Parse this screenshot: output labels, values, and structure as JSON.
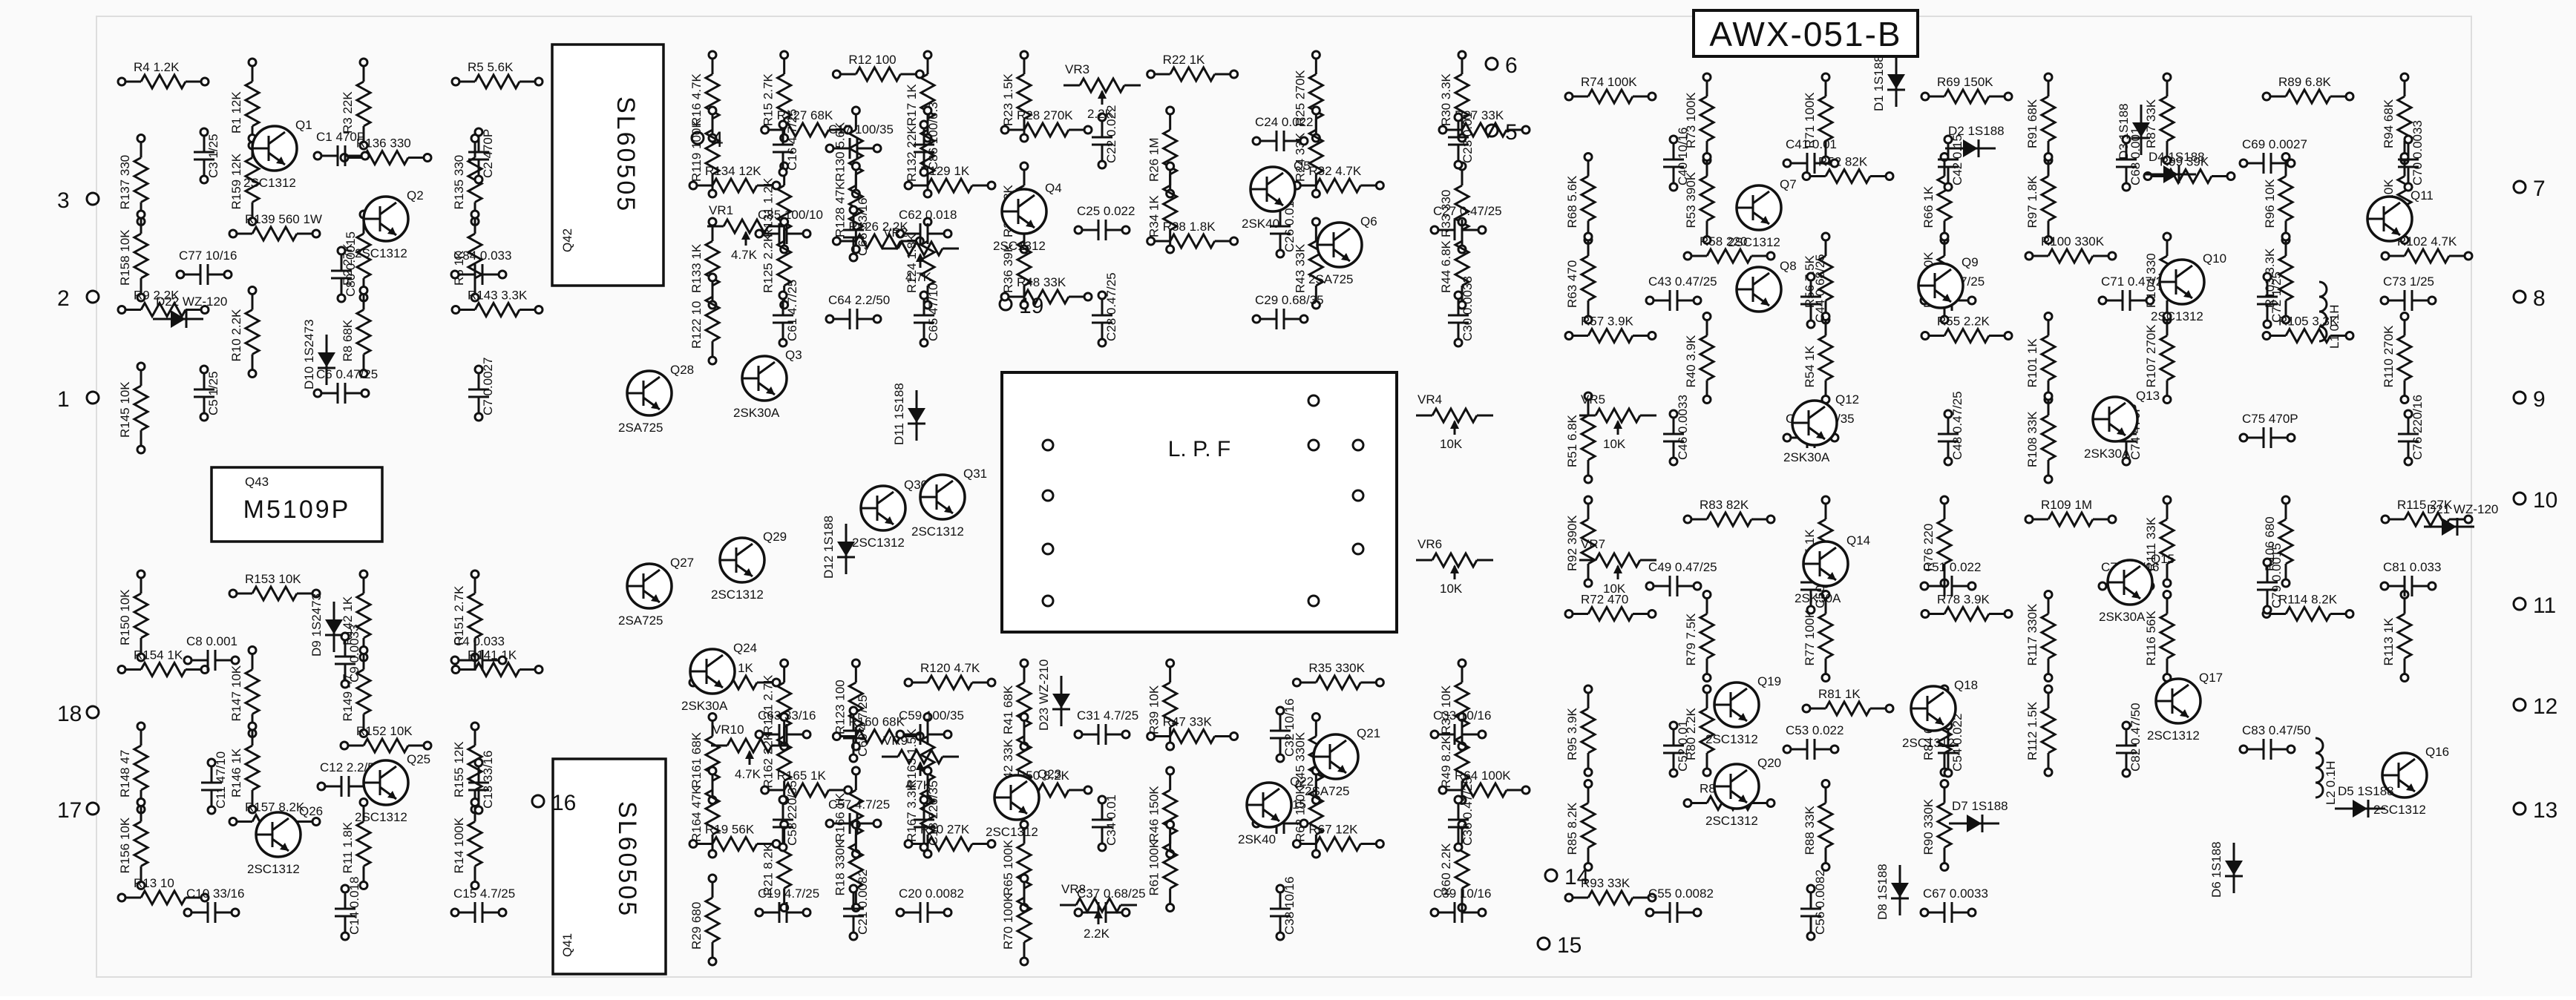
{
  "title": "AWX-051-B",
  "lpf_label": "L. P. F",
  "ics": [
    {
      "ref": "Q42",
      "part": "SL60505"
    },
    {
      "ref": "Q41",
      "part": "SL60505"
    },
    {
      "ref": "Q43",
      "part": "M5109P"
    }
  ],
  "terminals_left": [
    "3",
    "2",
    "1",
    "18",
    "17"
  ],
  "terminals_center": [
    "4",
    "6",
    "5",
    "19",
    "16",
    "14",
    "15"
  ],
  "terminals_right": [
    "7",
    "8",
    "9",
    "10",
    "11",
    "12",
    "13"
  ],
  "transistors": [
    {
      "ref": "Q1",
      "type": "2SC1312"
    },
    {
      "ref": "Q2",
      "type": "2SC1312"
    },
    {
      "ref": "Q3",
      "type": "2SK30A"
    },
    {
      "ref": "Q4",
      "type": "2SC1312"
    },
    {
      "ref": "Q5",
      "type": "2SK40"
    },
    {
      "ref": "Q6",
      "type": "2SA725"
    },
    {
      "ref": "Q7",
      "type": "2SC1312"
    },
    {
      "ref": "Q8",
      "type": ""
    },
    {
      "ref": "Q9",
      "type": ""
    },
    {
      "ref": "Q10",
      "type": "2SC1312"
    },
    {
      "ref": "Q11",
      "type": ""
    },
    {
      "ref": "Q12",
      "type": "2SK30A"
    },
    {
      "ref": "Q13",
      "type": "2SK30A"
    },
    {
      "ref": "Q14",
      "type": "2SK30A"
    },
    {
      "ref": "Q15",
      "type": "2SK30A"
    },
    {
      "ref": "Q16",
      "type": "2SC1312"
    },
    {
      "ref": "Q17",
      "type": "2SC1312"
    },
    {
      "ref": "Q18",
      "type": "2SC1312"
    },
    {
      "ref": "Q19",
      "type": "2SC1312"
    },
    {
      "ref": "Q20",
      "type": "2SC1312"
    },
    {
      "ref": "Q21",
      "type": "2SA725"
    },
    {
      "ref": "Q22",
      "type": "2SK40"
    },
    {
      "ref": "Q23",
      "type": "2SC1312"
    },
    {
      "ref": "Q24",
      "type": "2SK30A"
    },
    {
      "ref": "Q25",
      "type": "2SC1312"
    },
    {
      "ref": "Q26",
      "type": "2SC1312"
    },
    {
      "ref": "Q27",
      "type": "2SA725"
    },
    {
      "ref": "Q28",
      "type": "2SA725"
    },
    {
      "ref": "Q29",
      "type": "2SC1312"
    },
    {
      "ref": "Q30",
      "type": "2SC1312"
    },
    {
      "ref": "Q31",
      "type": "2SC1312"
    }
  ],
  "variable_resistors": [
    {
      "ref": "VR1",
      "value": "4.7K"
    },
    {
      "ref": "VR2",
      "value": "4.7K"
    },
    {
      "ref": "VR3",
      "value": "2.2K"
    },
    {
      "ref": "VR4",
      "value": "10K"
    },
    {
      "ref": "VR5",
      "value": "10K"
    },
    {
      "ref": "VR6",
      "value": "10K"
    },
    {
      "ref": "VR7",
      "value": "10K"
    },
    {
      "ref": "VR8",
      "value": "2.2K"
    },
    {
      "ref": "VR9",
      "value": "4.7K"
    },
    {
      "ref": "VR10",
      "value": "4.7K"
    }
  ],
  "resistor_labels": [
    "R4 1.2K",
    "R1 12K",
    "R3 22K",
    "R5 5.6K",
    "R137 330",
    "R159 12K",
    "R136 330",
    "R135 330",
    "R158 10K",
    "R139 560 1W",
    "R2 27K",
    "R6 1K",
    "R9 2.2K",
    "R10 2.2K",
    "R8 68K",
    "R143 3.3K",
    "R145 10K",
    "R150 10K",
    "R153 10K",
    "R142 1K",
    "R151 2.7K",
    "R154 1K",
    "R147 10K",
    "R149 47",
    "R141 1K",
    "R148 47",
    "R146 1K",
    "R152 10K",
    "R155 12K",
    "R156 10K",
    "R157 8.2K",
    "R11 1.8K",
    "R14 100K",
    "R13 10",
    "R16 4.7K",
    "R15 2.7K",
    "R12 100",
    "R17 1K",
    "R119 100K",
    "R127 68K",
    "R130 5.6K",
    "R132 22K",
    "R134 12K",
    "R131 1.2K",
    "R128 47K",
    "R129 1K",
    "R133 1K",
    "R125 2.2K",
    "R126 2.2K",
    "R124 1.8K",
    "R122 10",
    "R118 1K",
    "R121 2.7K",
    "R123 100",
    "R120 4.7K",
    "R161 68K",
    "R162 22K",
    "R160 68K",
    "R163 1.5K",
    "R164 47K",
    "R165 1K",
    "R166 1K",
    "R167 3.3K",
    "R19 56K",
    "R21 8.2K",
    "R18 330K",
    "R20 27K",
    "R29 680",
    "R23 1.5K",
    "R22 1K",
    "R25 270K",
    "R30 3.3K",
    "R28 270K",
    "R26 1M",
    "R24 33K",
    "R27 33K",
    "R31 3.3K",
    "R34 1K",
    "R32 4.7K",
    "R33 330",
    "R36 39K",
    "R38 1.8K",
    "R43 33K",
    "R44 6.8K",
    "R48 33K",
    "R41 68K",
    "R39 10K",
    "R35 330K",
    "R37 10K",
    "R42 33K",
    "R47 33K",
    "R45 330K",
    "R49 8.2K",
    "R50 8.2K",
    "R46 150K",
    "R62 100K",
    "R64 100K",
    "R65 100K",
    "R61 100K",
    "R67 12K",
    "R60 2.2K",
    "R70 100K",
    "R74 100K",
    "R73 100K",
    "R71 100K",
    "R69 150K",
    "R68 5.6K",
    "R53 390K",
    "R52 82K",
    "R66 1K",
    "R63 470",
    "R58 220",
    "R56 7.5K",
    "R59 100K",
    "R57 3.9K",
    "R40 3.9K",
    "R54 1K",
    "R55 2.2K",
    "R51 6.8K",
    "R92 390K",
    "R83 82K",
    "R75 1K",
    "R76 220",
    "R72 470",
    "R79 7.5K",
    "R77 100K",
    "R78 3.9K",
    "R95 3.9K",
    "R80 2.2K",
    "R81 1K",
    "R84 6.8K",
    "R85 8.2K",
    "R86 8.2K",
    "R88 33K",
    "R90 330K",
    "R93 33K",
    "R91 68K",
    "R87 33K",
    "R89 6.8K",
    "R94 68K",
    "R97 1.8K",
    "R99 39K",
    "R96 10K",
    "R98 10K",
    "R100 330K",
    "R104 330",
    "R103 3.3K",
    "R102 4.7K",
    "R101 1K",
    "R107 270K",
    "R105 3.3K",
    "R110 270K",
    "R108 33K",
    "R109 1M",
    "R111 33K",
    "R106 680",
    "R115 27K",
    "R117 330K",
    "R116 56K",
    "R114 8.2K",
    "R113 1K",
    "R112 1.5K"
  ],
  "capacitor_labels": [
    "C3 1/25",
    "C1 470P",
    "C2 470P",
    "C77 10/16",
    "C80 0.0015",
    "C84 0.033",
    "C5 1/25",
    "C6 0.47/25",
    "C7 0.0027",
    "C8 0.001",
    "C9 0.0033",
    "C4 0.033",
    "C11 47/10",
    "C12 2.2/50",
    "C13 33/16",
    "C10 33/16",
    "C14 0.018",
    "C15 4.7/25",
    "C16 4.7/25",
    "C17 100/35",
    "C86 100/6.3",
    "C85 100/10",
    "C66 33/16",
    "C62 0.018",
    "C61 4.7/25",
    "C64 2.2/50",
    "C65 47/10",
    "C63 33/16",
    "C60 4.7/25",
    "C59 100/35",
    "C58 220/35",
    "C57 4.7/25",
    "C18 220/35",
    "C19 4.7/25",
    "C21 0.0082",
    "C20 0.0082",
    "C22 0.022",
    "C24 0.022",
    "C23 0.01",
    "C25 0.022",
    "C26 0.015",
    "C27 0.47/25",
    "C28 0.47/25",
    "C29 0.68/35",
    "C30 0.0033",
    "C31 4.7/25",
    "C32 10/16",
    "C33 10/16",
    "C34 0.01",
    "C35 0.15",
    "C36 0.47/25",
    "C37 0.68/25",
    "C38 10/16",
    "C39 10/16",
    "C40 10/16",
    "C41 0.01",
    "C42 0.15",
    "C43 0.47/25",
    "C44 0.68/25",
    "C45 4.7/25",
    "C46 0.0033",
    "C47 0.68/35",
    "C48 0.47/25",
    "C49 0.47/25",
    "C50 0.015",
    "C51 0.022",
    "C52 0.01",
    "C53 0.022",
    "C54 0.022",
    "C55 0.0082",
    "C56 0.0082",
    "C67 0.0033",
    "C68 0.001",
    "C69 0.0027",
    "C70 0.0033",
    "C71 0.47/25",
    "C72 1/25",
    "C73 1/25",
    "C74 470P",
    "C75 470P",
    "C76 220/16",
    "C78 10/16",
    "C79 0.0015",
    "C81 0.033",
    "C82 0.47/50",
    "C83 0.47/50"
  ],
  "diodes": [
    "D22 WZ-120",
    "D10 1S2473",
    "D9 1S2473",
    "D11 1S188",
    "D12 1S188",
    "D23 WZ-210",
    "D1 1S188",
    "D2 1S188",
    "D3 1S188",
    "D4 1S188",
    "D5 1S188",
    "D6 1S188",
    "D7 1S188",
    "D8 1S188",
    "D21 WZ-120"
  ],
  "coils": [
    "L1 0.1H",
    "L2 0.1H"
  ]
}
